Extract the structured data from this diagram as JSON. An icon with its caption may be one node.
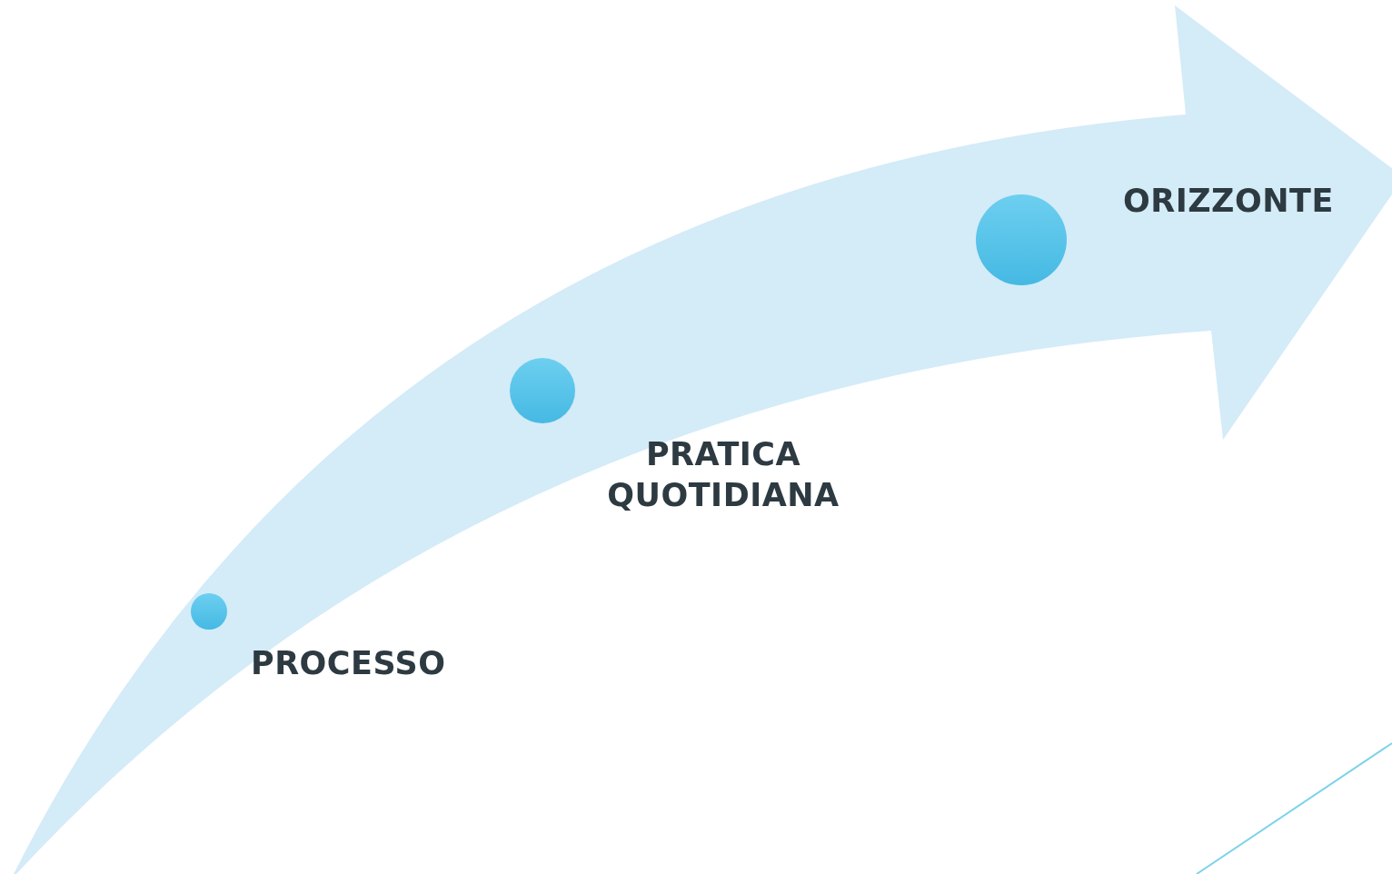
{
  "diagram": {
    "nodes": [
      {
        "text": [],
        "shape": "circle",
        "beside": [
          "PROCESSO"
        ]
      },
      {
        "text": [],
        "shape": "circle",
        "beside": [
          "PRATICA QUOTIDIANA"
        ]
      },
      {
        "text": [],
        "shape": "circle",
        "beside": [
          "ORIZZONTE"
        ]
      }
    ]
  }
}
